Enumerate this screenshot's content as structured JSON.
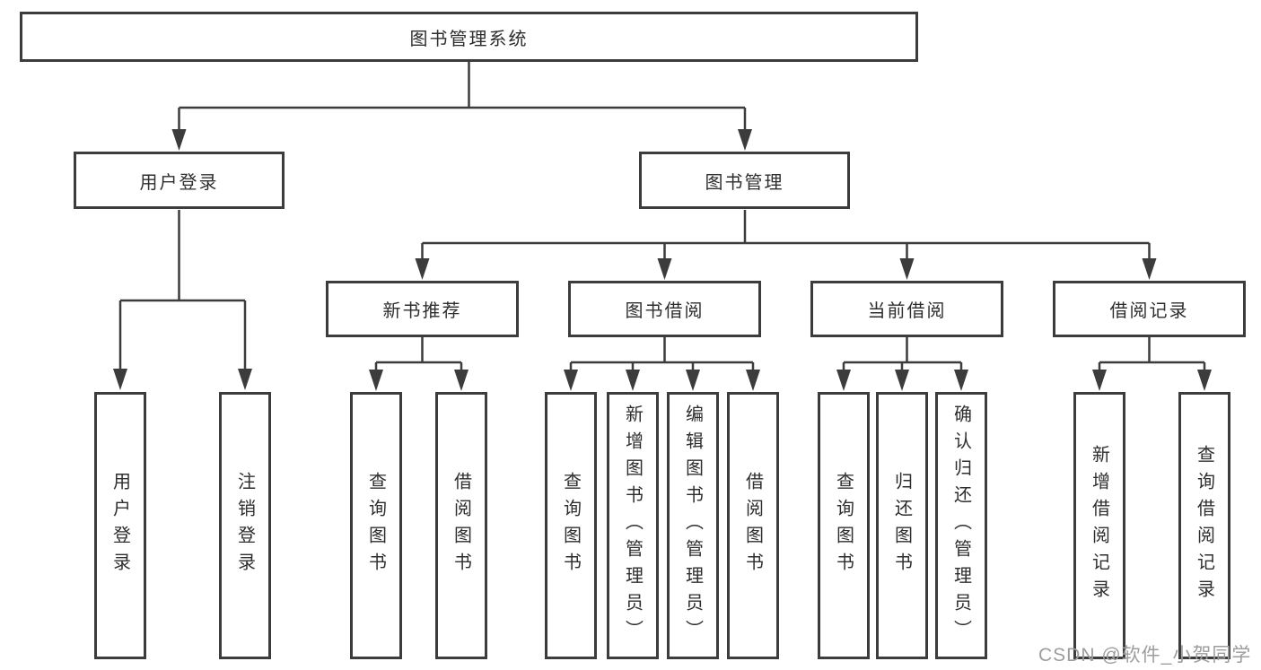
{
  "tree": {
    "root": "图书管理系统",
    "branches": [
      {
        "label": "用户登录",
        "leaves": [
          "用户登录",
          "注销登录"
        ]
      },
      {
        "label": "图书管理",
        "groups": [
          {
            "label": "新书推荐",
            "leaves": [
              "查询图书",
              "借阅图书"
            ]
          },
          {
            "label": "图书借阅",
            "leaves": [
              "查询图书",
              "新增图书（管理员）",
              "编辑图书（管理员）",
              "借阅图书"
            ]
          },
          {
            "label": "当前借阅",
            "leaves": [
              "查询图书",
              "归还图书",
              "确认归还（管理员）"
            ]
          },
          {
            "label": "借阅记录",
            "leaves": [
              "新增借阅记录",
              "查询借阅记录"
            ]
          }
        ]
      }
    ]
  },
  "colors": {
    "line": "#3c3c3c",
    "text": "#2e2e2e",
    "watermark": "#9d9d9d",
    "background": "#ffffff"
  },
  "watermark": {
    "text": "CSDN @软件_小贺同学"
  }
}
